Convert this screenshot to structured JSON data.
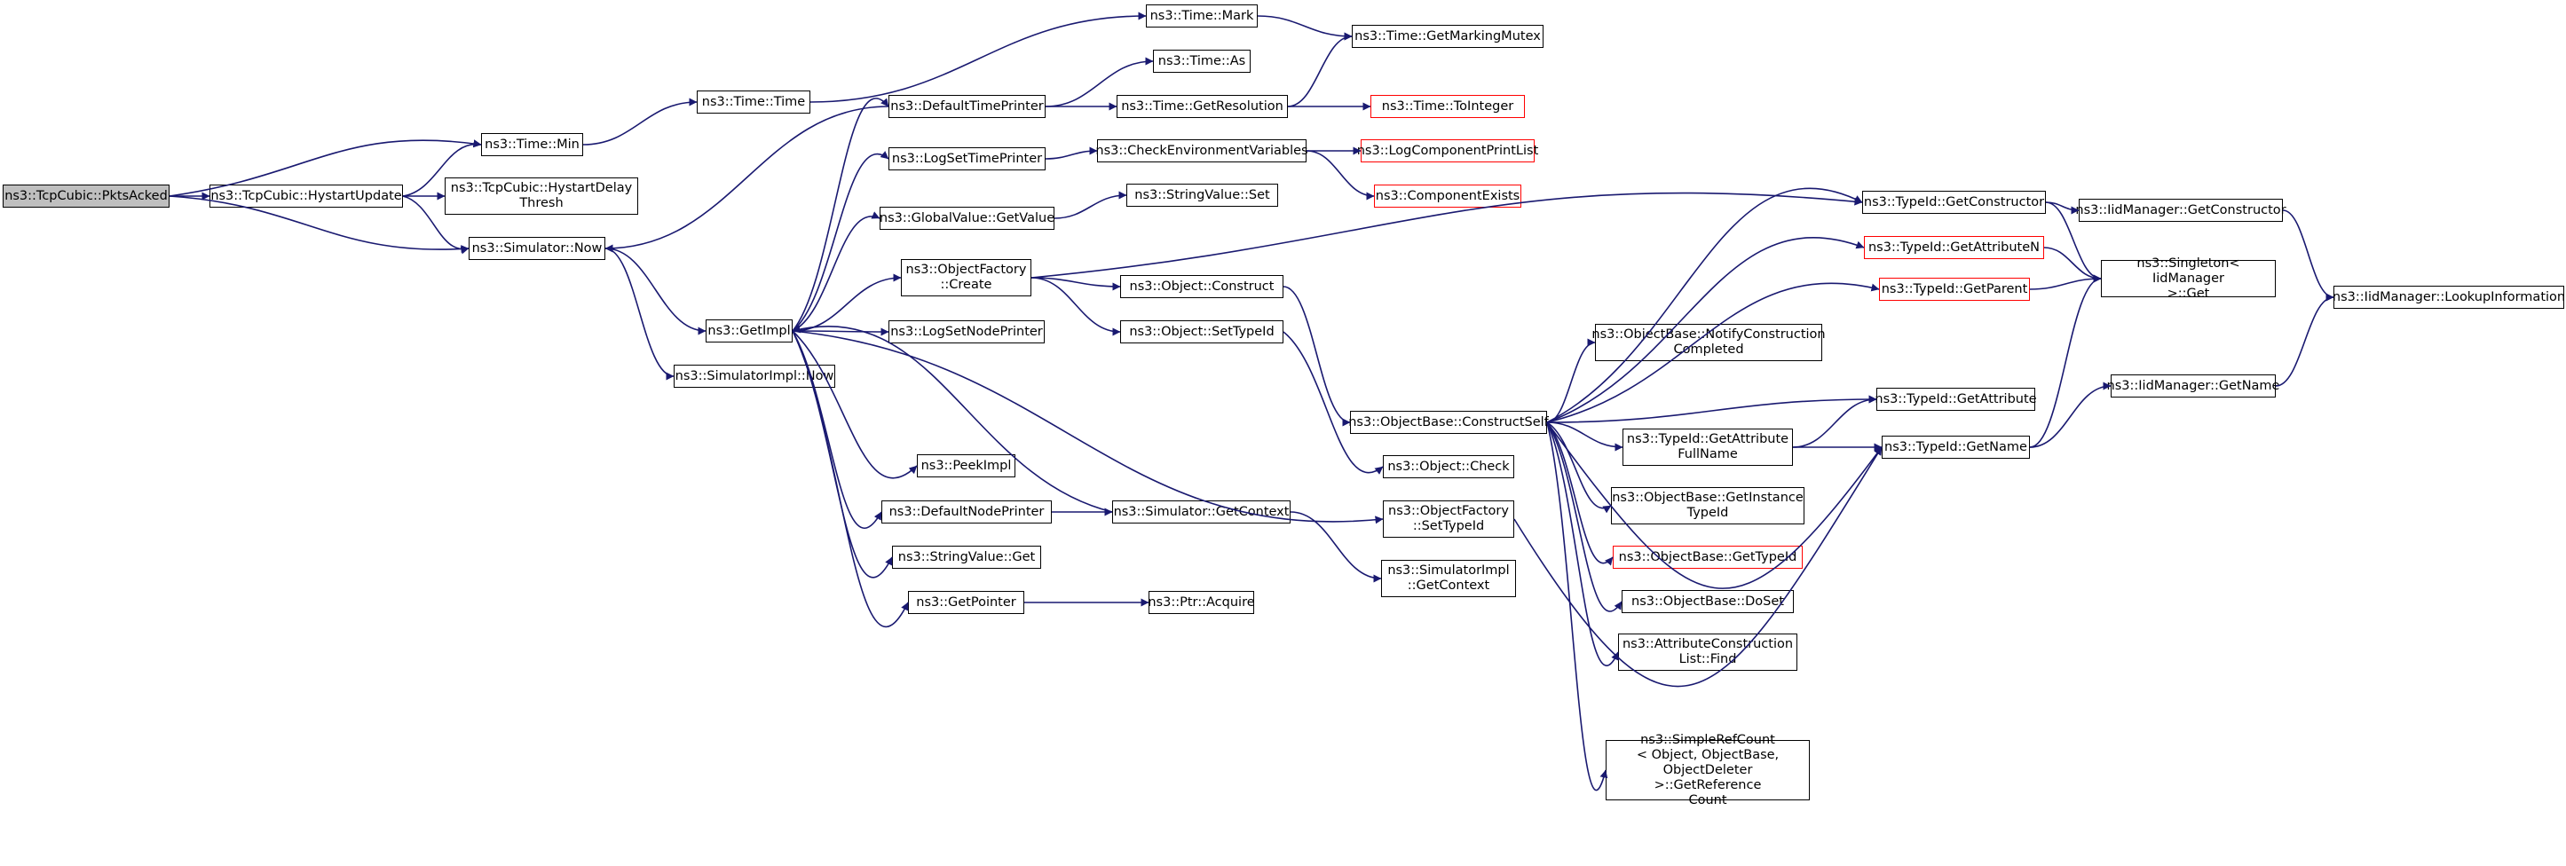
{
  "graph": {
    "edge_color": "#191970",
    "root_fill": "#bfbfbf",
    "truncated_border": "#ff0000",
    "nodes": [
      {
        "id": "pktsacked",
        "label": "ns3::TcpCubic::PktsAcked",
        "kind": "root"
      },
      {
        "id": "hystartupdate",
        "label": "ns3::TcpCubic::HystartUpdate"
      },
      {
        "id": "hystartdelay",
        "label": "ns3::TcpCubic::HystartDelay\nThresh"
      },
      {
        "id": "timemin",
        "label": "ns3::Time::Min"
      },
      {
        "id": "simnow",
        "label": "ns3::Simulator::Now"
      },
      {
        "id": "timetime",
        "label": "ns3::Time::Time"
      },
      {
        "id": "simimplnow",
        "label": "ns3::SimulatorImpl::Now"
      },
      {
        "id": "getimpl",
        "label": "ns3::GetImpl"
      },
      {
        "id": "defaulttimeprinter",
        "label": "ns3::DefaultTimePrinter"
      },
      {
        "id": "logsettimeprinter",
        "label": "ns3::LogSetTimePrinter"
      },
      {
        "id": "globalvalueget",
        "label": "ns3::GlobalValue::GetValue"
      },
      {
        "id": "objfactorycreate",
        "label": "ns3::ObjectFactory\n::Create"
      },
      {
        "id": "logsetnodeprinter",
        "label": "ns3::LogSetNodePrinter"
      },
      {
        "id": "peekimpl",
        "label": "ns3::PeekImpl"
      },
      {
        "id": "defaultnodeprinter",
        "label": "ns3::DefaultNodePrinter"
      },
      {
        "id": "stringvalueget",
        "label": "ns3::StringValue::Get"
      },
      {
        "id": "getpointer",
        "label": "ns3::GetPointer"
      },
      {
        "id": "timemark",
        "label": "ns3::Time::Mark"
      },
      {
        "id": "timeas",
        "label": "ns3::Time::As"
      },
      {
        "id": "timegetres",
        "label": "ns3::Time::GetResolution"
      },
      {
        "id": "checkenv",
        "label": "ns3::CheckEnvironmentVariables"
      },
      {
        "id": "stringvalueset",
        "label": "ns3::StringValue::Set"
      },
      {
        "id": "objconstruct",
        "label": "ns3::Object::Construct"
      },
      {
        "id": "objsettypeid",
        "label": "ns3::Object::SetTypeId"
      },
      {
        "id": "simgetcontext",
        "label": "ns3::Simulator::GetContext"
      },
      {
        "id": "ptracquire",
        "label": "ns3::Ptr::Acquire"
      },
      {
        "id": "getmarkingmutex",
        "label": "ns3::Time::GetMarkingMutex"
      },
      {
        "id": "tointeger",
        "label": "ns3::Time::ToInteger",
        "kind": "truncated"
      },
      {
        "id": "logcomplist",
        "label": "ns3::LogComponentPrintList",
        "kind": "truncated"
      },
      {
        "id": "compexists",
        "label": "ns3::ComponentExists",
        "kind": "truncated"
      },
      {
        "id": "objbaseconstructself",
        "label": "ns3::ObjectBase::ConstructSelf"
      },
      {
        "id": "objcheck",
        "label": "ns3::Object::Check"
      },
      {
        "id": "objfactorysettypeid",
        "label": "ns3::ObjectFactory\n::SetTypeId"
      },
      {
        "id": "simimplgetcontext",
        "label": "ns3::SimulatorImpl\n::GetContext"
      },
      {
        "id": "typeidgetconstructor",
        "label": "ns3::TypeId::GetConstructor"
      },
      {
        "id": "typeidgetattrn",
        "label": "ns3::TypeId::GetAttributeN",
        "kind": "truncated"
      },
      {
        "id": "typeidgetparent",
        "label": "ns3::TypeId::GetParent",
        "kind": "truncated"
      },
      {
        "id": "notifyconstruction",
        "label": "ns3::ObjectBase::NotifyConstruction\nCompleted"
      },
      {
        "id": "typeidgetattrfullname",
        "label": "ns3::TypeId::GetAttribute\nFullName"
      },
      {
        "id": "getinstancetypeid",
        "label": "ns3::ObjectBase::GetInstance\nTypeId"
      },
      {
        "id": "objbasegettypeid",
        "label": "ns3::ObjectBase::GetTypeId",
        "kind": "truncated"
      },
      {
        "id": "objbasedoset",
        "label": "ns3::ObjectBase::DoSet"
      },
      {
        "id": "attrconstructionfind",
        "label": "ns3::AttributeConstruction\nList::Find"
      },
      {
        "id": "simplerefcount",
        "label": "ns3::SimpleRefCount\n< Object, ObjectBase,\n ObjectDeleter >::GetReference\nCount"
      },
      {
        "id": "typeidgetattribute",
        "label": "ns3::TypeId::GetAttribute"
      },
      {
        "id": "typeidgetname",
        "label": "ns3::TypeId::GetName"
      },
      {
        "id": "iidgetconstructor",
        "label": "ns3::IidManager::GetConstructor"
      },
      {
        "id": "singletonget",
        "label": "ns3::Singleton< IidManager\n >::Get"
      },
      {
        "id": "iidgetname",
        "label": "ns3::IidManager::GetName"
      },
      {
        "id": "iidlookup",
        "label": "ns3::IidManager::LookupInformation"
      }
    ]
  }
}
